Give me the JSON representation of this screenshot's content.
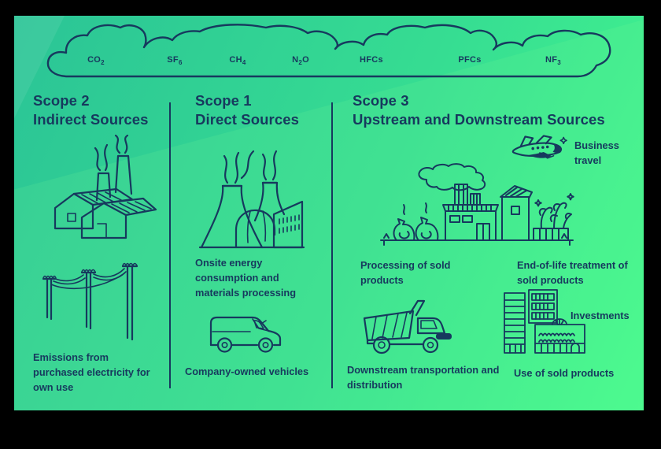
{
  "colors": {
    "ink": "#17395e",
    "background_teal": "#2bc496",
    "background_green": "#45fa8e",
    "frame": "#000000"
  },
  "cloud": {
    "gases": [
      {
        "parts": [
          {
            "t": "CO"
          },
          {
            "sub": "2"
          }
        ]
      },
      {
        "parts": [
          {
            "t": "SF"
          },
          {
            "sub": "6"
          }
        ]
      },
      {
        "parts": [
          {
            "t": "CH"
          },
          {
            "sub": "4"
          }
        ]
      },
      {
        "parts": [
          {
            "t": "N"
          },
          {
            "sub": "2"
          },
          {
            "t": "O"
          }
        ]
      },
      {
        "parts": [
          {
            "t": "HFCs"
          }
        ]
      },
      {
        "parts": [
          {
            "t": "PFCs"
          }
        ]
      },
      {
        "parts": [
          {
            "t": "NF"
          },
          {
            "sub": "3"
          }
        ]
      }
    ]
  },
  "scope2": {
    "title": "Scope 2",
    "subtitle": "Indirect Sources",
    "electricity_label": "Emissions from purchased electricity for own use"
  },
  "scope1": {
    "title": "Scope 1",
    "subtitle": "Direct Sources",
    "onsite_label": "Onsite energy consumption and materials processing",
    "vehicles_label": "Company-owned vehicles"
  },
  "scope3": {
    "title": "Scope 3",
    "subtitle": "Upstream and Downstream Sources",
    "business_travel_label": "Business travel",
    "processing_label": "Processing of sold products",
    "end_of_life_label": "End-of-life treatment of sold products",
    "downstream_label": "Downstream transportation and distribution",
    "investments_label": "Investments",
    "use_label": "Use of sold products"
  }
}
